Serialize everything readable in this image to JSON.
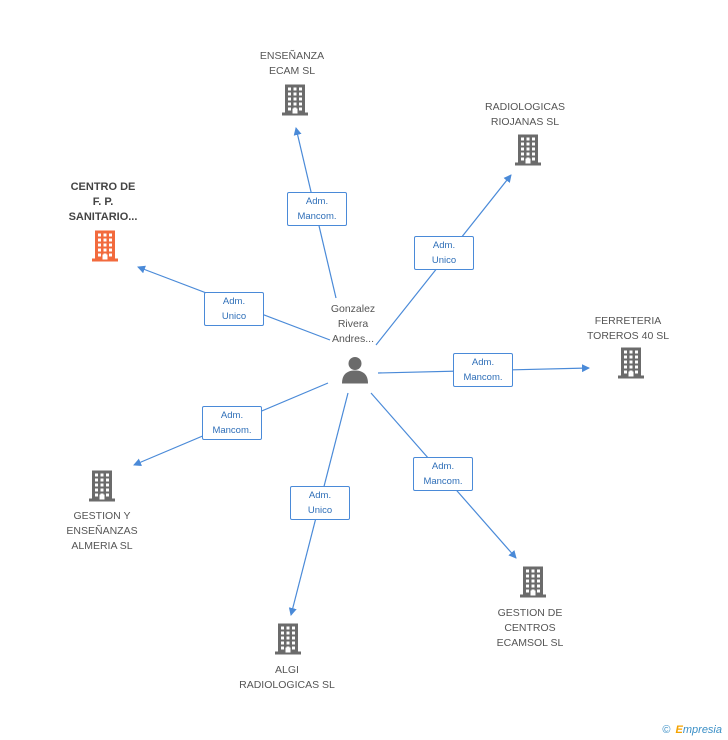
{
  "center": {
    "label": "Gonzalez\nRivera\nAndres..."
  },
  "nodes": [
    {
      "id": "centro",
      "label": "CENTRO DE\nF.  P.\nSANITARIO...",
      "highlight": true
    },
    {
      "id": "ensenanza",
      "label": "ENSEÑANZA\nECAM SL",
      "highlight": false
    },
    {
      "id": "radiologicas-riojanas",
      "label": "RADIOLOGICAS\nRIOJANAS SL",
      "highlight": false
    },
    {
      "id": "ferreteria",
      "label": "FERRETERIA\nTOREROS 40  SL",
      "highlight": false
    },
    {
      "id": "gestion-ensenanzas",
      "label": "GESTION Y\nENSEÑANZAS\nALMERIA SL",
      "highlight": false
    },
    {
      "id": "algi",
      "label": "ALGI\nRADIOLOGICAS SL",
      "highlight": false
    },
    {
      "id": "gestion-centros",
      "label": "GESTION DE\nCENTROS\nECAMSOL SL",
      "highlight": false
    }
  ],
  "edges": [
    {
      "to": "centro",
      "label": "Adm.\nUnico"
    },
    {
      "to": "ensenanza",
      "label": "Adm.\nMancom."
    },
    {
      "to": "radiologicas-riojanas",
      "label": "Adm.\nUnico"
    },
    {
      "to": "ferreteria",
      "label": "Adm.\nMancom."
    },
    {
      "to": "gestion-ensenanzas",
      "label": "Adm.\nMancom."
    },
    {
      "to": "algi",
      "label": "Adm.\nUnico"
    },
    {
      "to": "gestion-centros",
      "label": "Adm.\nMancom."
    }
  ],
  "colors": {
    "edge": "#4a8ad8",
    "building": "#6b6b6b",
    "building_highlight": "#f26a3d",
    "person": "#6b6b6b"
  },
  "footer": {
    "copyright_symbol": "©",
    "brand_initial": "E",
    "brand_rest": "mpresia"
  }
}
